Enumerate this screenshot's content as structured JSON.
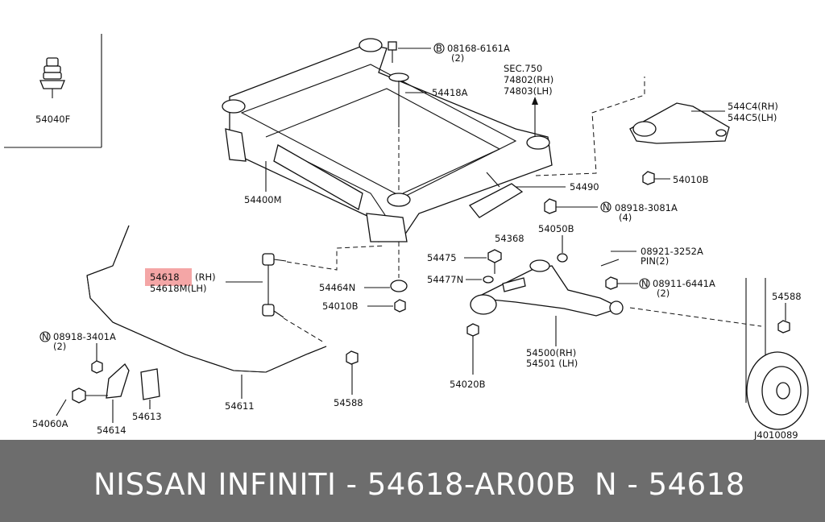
{
  "parts": {
    "p54040F": "54040F",
    "p08168": "08168-6161A",
    "p08168_qty": "(2)",
    "p54418A": "54418A",
    "sec": "SEC.750",
    "sec_rh": "74802(RH)",
    "sec_lh": "74803(LH)",
    "p544C4": "544C4(RH)",
    "p544C5": "544C5(LH)",
    "p54010B_top": "54010B",
    "p54400M": "54400M",
    "p54490": "54490",
    "p08918_3081": "08918-3081A",
    "p08918_3081_qty": "(4)",
    "p54368": "54368",
    "p54050B": "54050B",
    "p08921": "08921-3252A",
    "pin": "PIN(2)",
    "p54618": "54618",
    "p54618_rh": "(RH)",
    "p54618M": "54618M(LH)",
    "p54475": "54475",
    "p54477N": "54477N",
    "p08911": "08911-6441A",
    "p08911_qty": "(2)",
    "p54464N": "54464N",
    "p54010B_mid": "54010B",
    "p54588_right": "54588",
    "p08918_3401": "08918-3401A",
    "p08918_3401_qty": "(2)",
    "p54500": "54500(RH)",
    "p54501": "54501 (LH)",
    "p54611": "54611",
    "p54588_bottom": "54588",
    "p54613": "54613",
    "p54060A": "54060A",
    "p54614": "54614",
    "p54020B": "54020B",
    "diagram_id": "J4010089",
    "circle_b": "B",
    "circle_n": "N"
  },
  "footer": {
    "title": "NISSAN INFINITI - 54618-AR00B",
    "ref": "N - 54618"
  },
  "colors": {
    "footer_bg": "#6d6d6d",
    "highlight": "#f4a6a6"
  }
}
